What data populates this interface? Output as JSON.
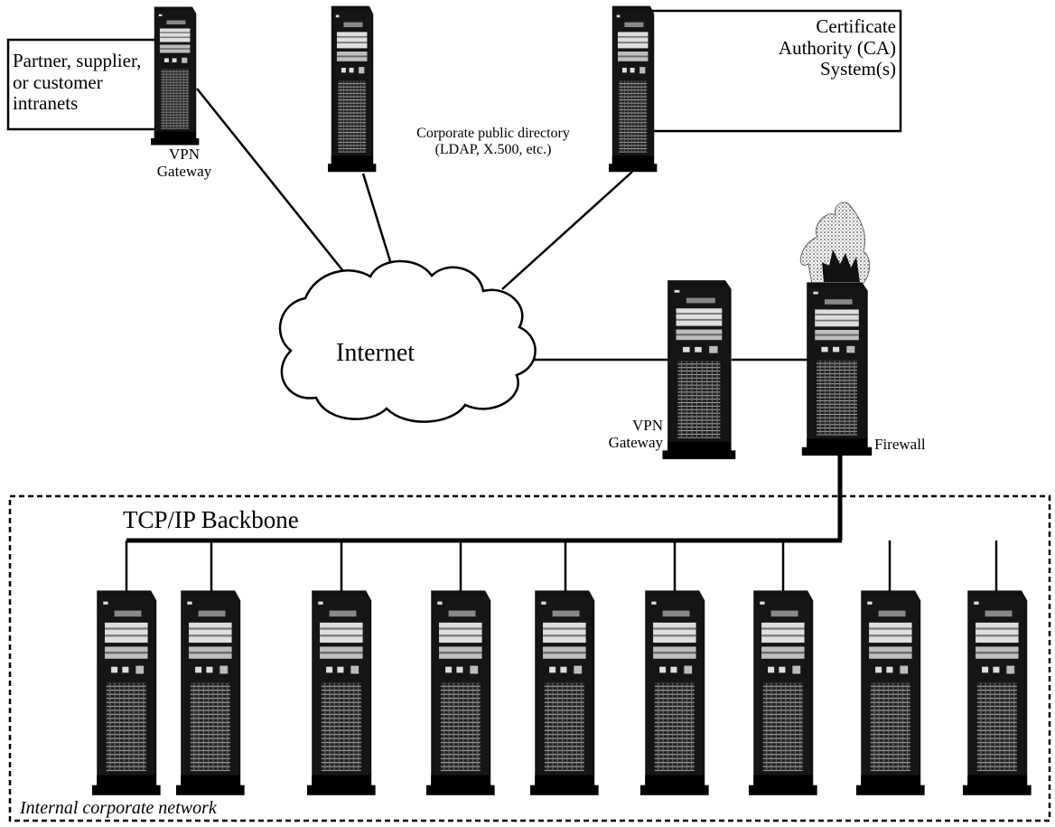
{
  "labels": {
    "partner_intranets": "Partner, supplier,\nor customer\nintranets",
    "vpn_gateway_remote": "VPN\nGateway",
    "corporate_directory": "Corporate public directory\n(LDAP, X.500, etc.)",
    "certificate_authority": "Certificate\nAuthority (CA)\nSystem(s)",
    "internet": "Internet",
    "vpn_gateway_local": "VPN\nGateway",
    "firewall": "Firewall",
    "backbone": "TCP/IP Backbone",
    "internal_network": "Internal corporate network"
  },
  "icons": {
    "server": "server-tower-icon",
    "cloud": "internet-cloud-icon",
    "firewall": "firewall-flame-icon"
  },
  "internal_workstation_count": 9
}
